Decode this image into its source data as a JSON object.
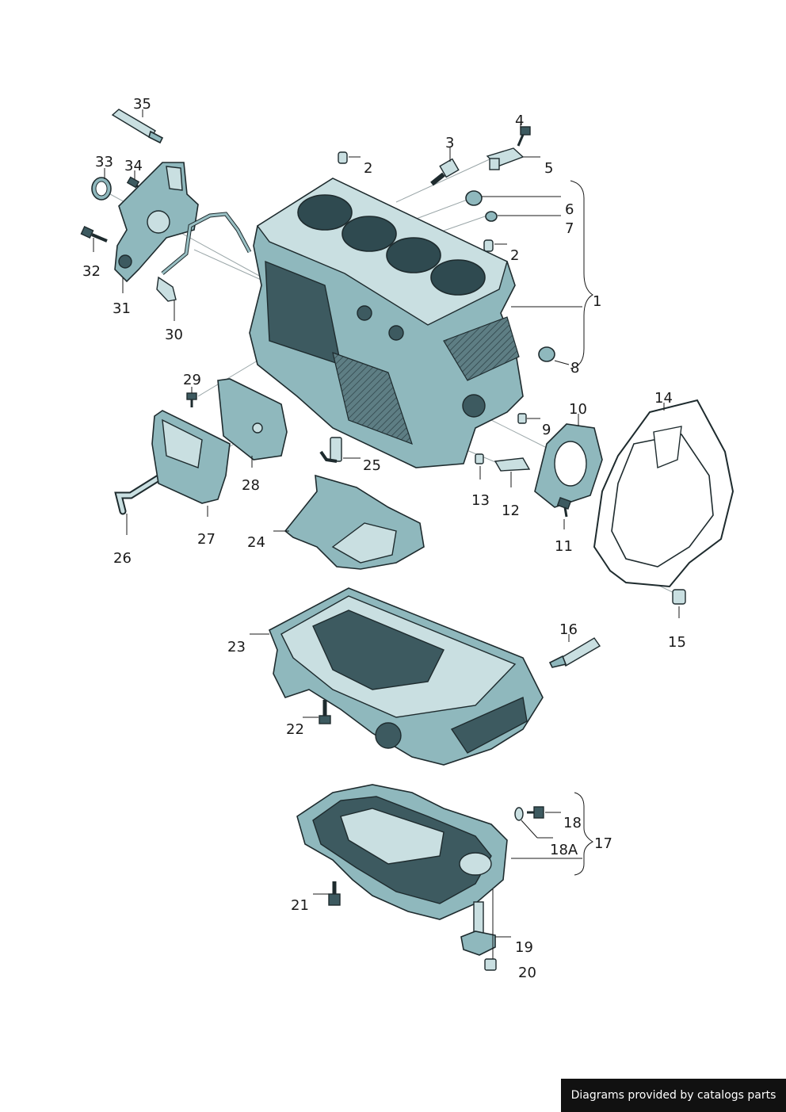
{
  "labels": {
    "l1": "1",
    "l2a": "2",
    "l2b": "2",
    "l3": "3",
    "l4": "4",
    "l5": "5",
    "l6": "6",
    "l7": "7",
    "l8": "8",
    "l9": "9",
    "l10": "10",
    "l11": "11",
    "l12": "12",
    "l13": "13",
    "l14": "14",
    "l15": "15",
    "l16": "16",
    "l17": "17",
    "l18": "18",
    "l18a": "18A",
    "l19": "19",
    "l20": "20",
    "l21": "21",
    "l22": "22",
    "l23": "23",
    "l24": "24",
    "l25": "25",
    "l26": "26",
    "l27": "27",
    "l28": "28",
    "l29": "29",
    "l30": "30",
    "l31": "31",
    "l32": "32",
    "l33": "33",
    "l34": "34",
    "l35": "35"
  },
  "credit": "Diagrams provided by catalogs parts",
  "colors": {
    "part": "#8fb8bd",
    "outline": "#1e2b2e",
    "credit_bg": "#111111"
  }
}
